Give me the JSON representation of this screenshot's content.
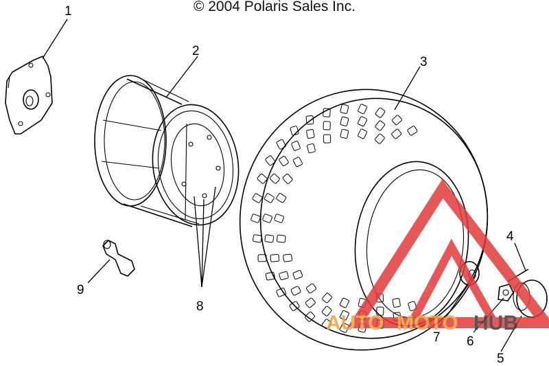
{
  "header": {
    "copyright": "© 2004 Polaris Sales Inc."
  },
  "callouts": [
    {
      "id": "1"
    },
    {
      "id": "2"
    },
    {
      "id": "3"
    },
    {
      "id": "4"
    },
    {
      "id": "5"
    },
    {
      "id": "6"
    },
    {
      "id": "7"
    },
    {
      "id": "8"
    },
    {
      "id": "9"
    }
  ],
  "watermark": {
    "part1": "AUTO",
    "part2": "MOTO",
    "part3": "HUB",
    "colors": {
      "red": "#e23b3b",
      "orange": "#f2a13a",
      "dark": "#3a3a3a"
    }
  },
  "colors": {
    "line": "#000000",
    "background": "#ffffff"
  }
}
